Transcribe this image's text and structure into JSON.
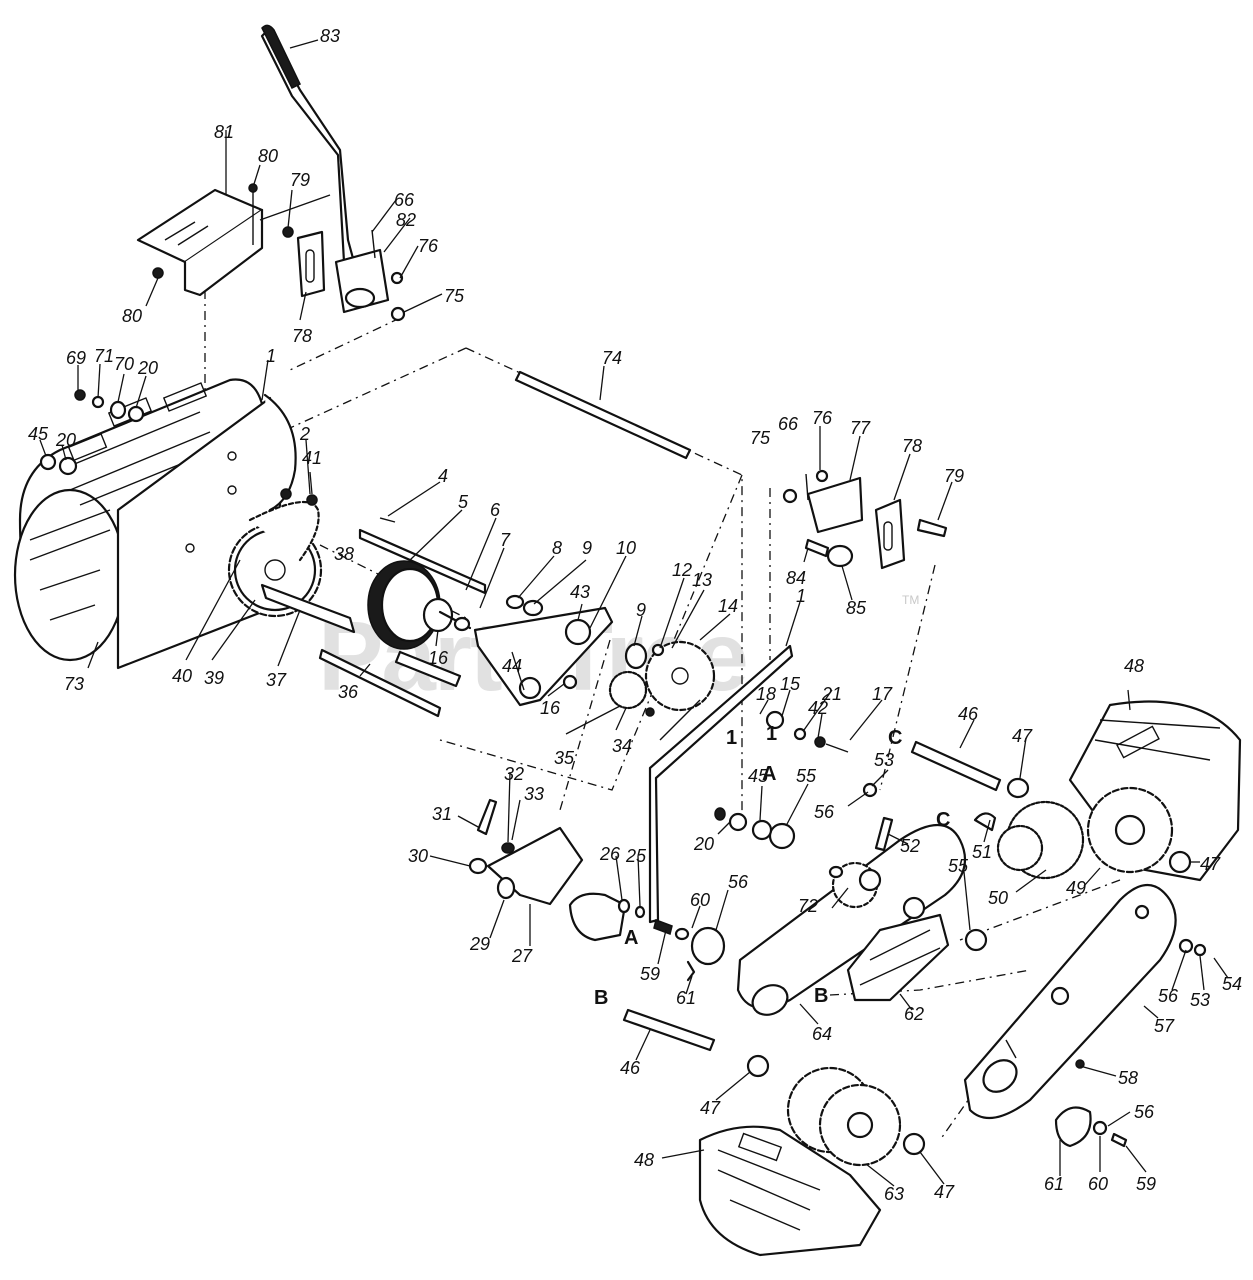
{
  "watermark": {
    "text": "PartsTree",
    "trademark": "TM"
  },
  "callouts": [
    {
      "id": "83",
      "label": "83"
    },
    {
      "id": "81",
      "label": "81"
    },
    {
      "id": "80a",
      "label": "80"
    },
    {
      "id": "79a",
      "label": "79"
    },
    {
      "id": "66a",
      "label": "66"
    },
    {
      "id": "82",
      "label": "82"
    },
    {
      "id": "76a",
      "label": "76"
    },
    {
      "id": "75a",
      "label": "75"
    },
    {
      "id": "80b",
      "label": "80"
    },
    {
      "id": "78a",
      "label": "78"
    },
    {
      "id": "69",
      "label": "69"
    },
    {
      "id": "71",
      "label": "71"
    },
    {
      "id": "70",
      "label": "70"
    },
    {
      "id": "20a",
      "label": "20"
    },
    {
      "id": "1a",
      "label": "1"
    },
    {
      "id": "45a",
      "label": "45"
    },
    {
      "id": "20b",
      "label": "20"
    },
    {
      "id": "2",
      "label": "2"
    },
    {
      "id": "41",
      "label": "41"
    },
    {
      "id": "74",
      "label": "74"
    },
    {
      "id": "75b",
      "label": "75"
    },
    {
      "id": "66b",
      "label": "66"
    },
    {
      "id": "76b",
      "label": "76"
    },
    {
      "id": "77",
      "label": "77"
    },
    {
      "id": "78b",
      "label": "78"
    },
    {
      "id": "79b",
      "label": "79"
    },
    {
      "id": "4",
      "label": "4"
    },
    {
      "id": "5",
      "label": "5"
    },
    {
      "id": "6",
      "label": "6"
    },
    {
      "id": "7",
      "label": "7"
    },
    {
      "id": "8",
      "label": "8"
    },
    {
      "id": "9a",
      "label": "9"
    },
    {
      "id": "10",
      "label": "10"
    },
    {
      "id": "38",
      "label": "38"
    },
    {
      "id": "43",
      "label": "43"
    },
    {
      "id": "12",
      "label": "12"
    },
    {
      "id": "13",
      "label": "13"
    },
    {
      "id": "14",
      "label": "14"
    },
    {
      "id": "84",
      "label": "84"
    },
    {
      "id": "85",
      "label": "85"
    },
    {
      "id": "9b",
      "label": "9"
    },
    {
      "id": "1b",
      "label": "1"
    },
    {
      "id": "16a",
      "label": "16"
    },
    {
      "id": "73",
      "label": "73"
    },
    {
      "id": "40",
      "label": "40"
    },
    {
      "id": "39",
      "label": "39"
    },
    {
      "id": "37",
      "label": "37"
    },
    {
      "id": "44",
      "label": "44"
    },
    {
      "id": "16b",
      "label": "16"
    },
    {
      "id": "36",
      "label": "36"
    },
    {
      "id": "35",
      "label": "35"
    },
    {
      "id": "34",
      "label": "34"
    },
    {
      "id": "15",
      "label": "15"
    },
    {
      "id": "21",
      "label": "21"
    },
    {
      "id": "17",
      "label": "17"
    },
    {
      "id": "18",
      "label": "18"
    },
    {
      "id": "42",
      "label": "42"
    },
    {
      "id": "48a",
      "label": "48"
    },
    {
      "id": "46a",
      "label": "46"
    },
    {
      "id": "47a",
      "label": "47"
    },
    {
      "id": "53a",
      "label": "53"
    },
    {
      "id": "56a",
      "label": "56"
    },
    {
      "id": "45b",
      "label": "45"
    },
    {
      "id": "55a",
      "label": "55"
    },
    {
      "id": "20c",
      "label": "20"
    },
    {
      "id": "52",
      "label": "52"
    },
    {
      "id": "51",
      "label": "51"
    },
    {
      "id": "47b",
      "label": "47"
    },
    {
      "id": "32",
      "label": "32"
    },
    {
      "id": "33",
      "label": "33"
    },
    {
      "id": "31",
      "label": "31"
    },
    {
      "id": "30",
      "label": "30"
    },
    {
      "id": "26",
      "label": "26"
    },
    {
      "id": "25",
      "label": "25"
    },
    {
      "id": "72",
      "label": "72"
    },
    {
      "id": "55b",
      "label": "55"
    },
    {
      "id": "50",
      "label": "50"
    },
    {
      "id": "49",
      "label": "49"
    },
    {
      "id": "29",
      "label": "29"
    },
    {
      "id": "27",
      "label": "27"
    },
    {
      "id": "60a",
      "label": "60"
    },
    {
      "id": "56b",
      "label": "56"
    },
    {
      "id": "59a",
      "label": "59"
    },
    {
      "id": "61a",
      "label": "61"
    },
    {
      "id": "64",
      "label": "64"
    },
    {
      "id": "62",
      "label": "62"
    },
    {
      "id": "56c",
      "label": "56"
    },
    {
      "id": "53b",
      "label": "53"
    },
    {
      "id": "54",
      "label": "54"
    },
    {
      "id": "57",
      "label": "57"
    },
    {
      "id": "46b",
      "label": "46"
    },
    {
      "id": "58",
      "label": "58"
    },
    {
      "id": "47c",
      "label": "47"
    },
    {
      "id": "56d",
      "label": "56"
    },
    {
      "id": "48b",
      "label": "48"
    },
    {
      "id": "63",
      "label": "63"
    },
    {
      "id": "47d",
      "label": "47"
    },
    {
      "id": "61b",
      "label": "61"
    },
    {
      "id": "60b",
      "label": "60"
    },
    {
      "id": "59b",
      "label": "59"
    }
  ],
  "reference_marks": [
    {
      "id": "A1",
      "label": "A"
    },
    {
      "id": "A2",
      "label": "A"
    },
    {
      "id": "B1",
      "label": "B"
    },
    {
      "id": "B2",
      "label": "B"
    },
    {
      "id": "C1",
      "label": "C"
    },
    {
      "id": "C2",
      "label": "C"
    },
    {
      "id": "I1",
      "label": "1"
    },
    {
      "id": "I2",
      "label": "1"
    }
  ]
}
